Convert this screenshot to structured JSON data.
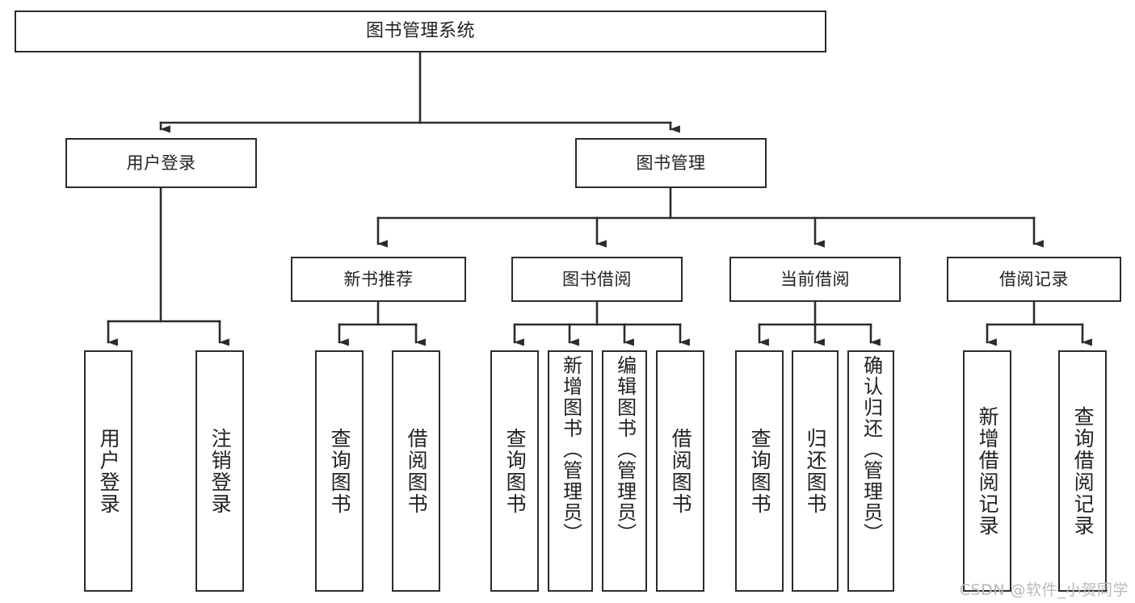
{
  "diagram": {
    "type": "tree-hierarchy-chart",
    "title": "图书管理系统",
    "colors": {
      "background": "#ffffff",
      "box_border": "#2b2b2b",
      "box_fill": "#ffffff",
      "text": "#222222",
      "connector": "#2b2b2b",
      "watermark": "#b9b9b9"
    },
    "watermark": "CSDN @软件_小贺同学"
  },
  "nodes": {
    "root": {
      "label": "图书管理系统"
    },
    "level2": [
      {
        "id": "user-login",
        "label": "用户登录"
      },
      {
        "id": "book-manage",
        "label": "图书管理"
      }
    ],
    "level3": [
      {
        "id": "new-book-recommend",
        "label": "新书推荐"
      },
      {
        "id": "book-borrow",
        "label": "图书借阅"
      },
      {
        "id": "current-borrow",
        "label": "当前借阅"
      },
      {
        "id": "borrow-record",
        "label": "借阅记录"
      }
    ],
    "leaves": {
      "user_login": [
        {
          "id": "leaf-user-login",
          "label": "用户登录"
        },
        {
          "id": "leaf-logout-login",
          "label": "注销登录"
        }
      ],
      "new_book_recommend": [
        {
          "id": "leaf-query-book-1",
          "label": "查询图书"
        },
        {
          "id": "leaf-borrow-book-1",
          "label": "借阅图书"
        }
      ],
      "book_borrow": [
        {
          "id": "leaf-query-book-2",
          "label": "查询图书"
        },
        {
          "id": "leaf-add-book",
          "label": "新增图书（管理员）"
        },
        {
          "id": "leaf-edit-book",
          "label": "编辑图书（管理员）"
        },
        {
          "id": "leaf-borrow-book-2",
          "label": "借阅图书"
        }
      ],
      "current_borrow": [
        {
          "id": "leaf-query-book-3",
          "label": "查询图书"
        },
        {
          "id": "leaf-return-book",
          "label": "归还图书"
        },
        {
          "id": "leaf-confirm-return",
          "label": "确认归还（管理员）"
        }
      ],
      "borrow_record": [
        {
          "id": "leaf-add-record",
          "label": "新增借阅记录"
        },
        {
          "id": "leaf-query-record",
          "label": "查询借阅记录"
        }
      ]
    }
  }
}
